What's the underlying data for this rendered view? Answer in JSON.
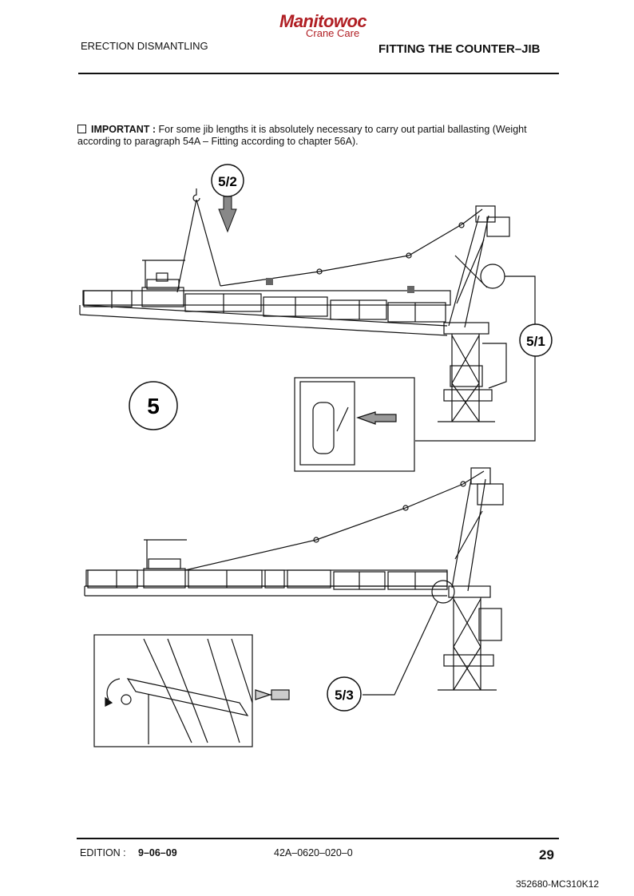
{
  "header": {
    "brand": "Manitowoc",
    "brand_sub": "Crane Care",
    "section": "ERECTION DISMANTLING",
    "title": "FITTING THE COUNTER–JIB"
  },
  "note": {
    "label": "IMPORTANT :",
    "text": " For some jib lengths it is absolutely necessary to carry out partial ballasting (Weight according to paragraph 54A – Fitting according to chapter 56A)."
  },
  "figure": {
    "main_label": "5",
    "callouts": [
      "5/2",
      "5/1",
      "5/3"
    ]
  },
  "footer": {
    "edition_label": "EDITION :",
    "edition_date": "9–06–09",
    "doc_ref": "42A–0620–020–0",
    "page": "29",
    "manual_ref": "352680-MC310K12"
  }
}
